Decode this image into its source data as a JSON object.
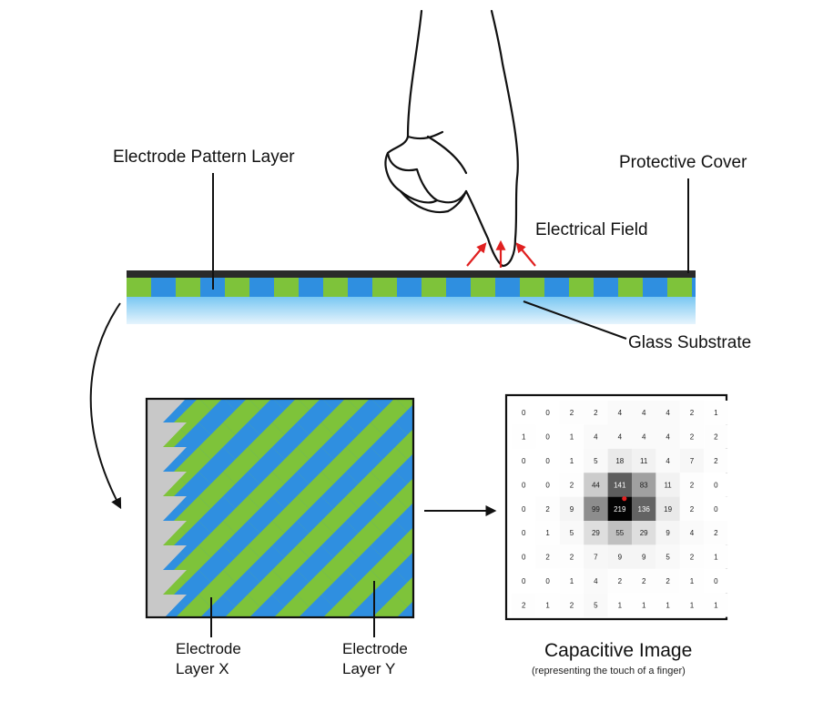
{
  "labels": {
    "electrode_pattern_layer": "Electrode Pattern Layer",
    "protective_cover": "Protective Cover",
    "electrical_field": "Electrical Field",
    "glass_substrate": "Glass Substrate",
    "electrode_layer_x_line1": "Electrode",
    "electrode_layer_x_line2": "Layer X",
    "electrode_layer_y_line1": "Electrode",
    "electrode_layer_y_line2": "Layer Y",
    "capacitive_image_title": "Capacitive Image",
    "capacitive_image_subtitle": "(representing the touch of a finger)"
  },
  "colors": {
    "electrode_green": "#7ec33a",
    "electrode_blue": "#2f8fe0",
    "protective_cover": "#2a2a2a",
    "glass_light": "#e6f4fd",
    "glass_dark": "#79c7f2",
    "field_arrow": "#e02020",
    "grid_background": "#c8c8c8",
    "touch_point": "#e02020"
  },
  "capacitive_grid": [
    [
      0,
      0,
      2,
      2,
      4,
      4,
      4,
      2,
      1
    ],
    [
      1,
      0,
      1,
      4,
      4,
      4,
      4,
      2,
      2
    ],
    [
      0,
      0,
      1,
      5,
      18,
      11,
      4,
      7,
      2
    ],
    [
      0,
      0,
      2,
      44,
      141,
      83,
      11,
      2,
      0
    ],
    [
      0,
      2,
      9,
      99,
      219,
      136,
      19,
      2,
      0
    ],
    [
      0,
      1,
      5,
      29,
      55,
      29,
      9,
      4,
      2
    ],
    [
      0,
      2,
      2,
      7,
      9,
      9,
      5,
      2,
      1
    ],
    [
      0,
      0,
      1,
      4,
      2,
      2,
      2,
      1,
      0
    ],
    [
      2,
      1,
      2,
      5,
      1,
      1,
      1,
      1,
      1
    ]
  ],
  "touch_cell": {
    "row": 4,
    "col": 4
  }
}
